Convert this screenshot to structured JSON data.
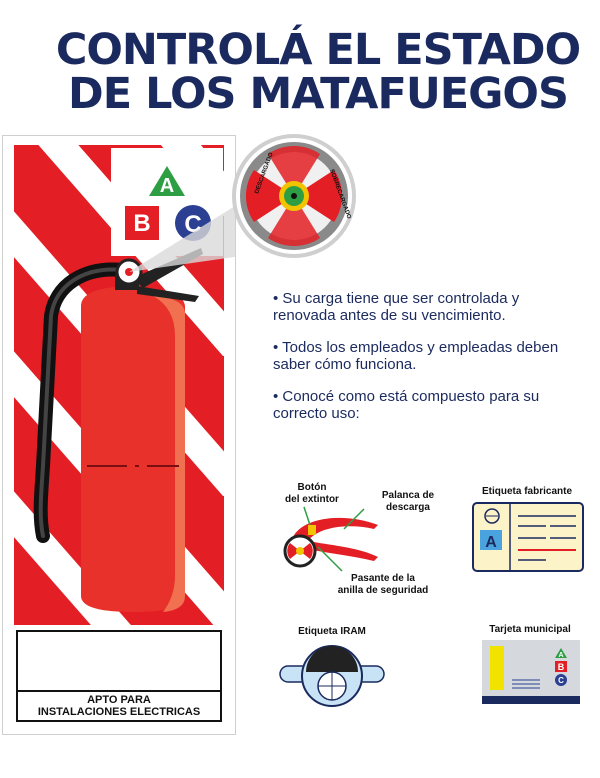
{
  "title": {
    "line1": "CONTROLÁ EL ESTADO",
    "line2": "DE LOS MATAFUEGOS"
  },
  "sign": {
    "classes": [
      "A",
      "B",
      "C"
    ],
    "gauge_left_text": "DESCARGADO",
    "gauge_right_text": "SOBRECARGADO",
    "caption_line1": "APTO PARA",
    "caption_line2": "INSTALACIONES ELECTRICAS"
  },
  "bullets": [
    "• Su carga tiene que ser controlada y renovada antes de su vencimiento.",
    "• Todos los empleados y empleadas deben saber cómo funciona.",
    "• Conocé como está compuesto para su correcto uso:"
  ],
  "parts": {
    "boton_line1": "Botón",
    "boton_line2": "del extintor",
    "palanca_line1": "Palanca de",
    "palanca_line2": "descarga",
    "pasante_line1": "Pasante de la",
    "pasante_line2": "anilla de seguridad",
    "etiqueta_fabricante": "Etiqueta fabricante",
    "fabricante_letter": "A",
    "etiqueta_iram": "Etiqueta IRAM",
    "tarjeta_municipal": "Tarjeta municipal"
  },
  "colors": {
    "title": "#1b2a5e",
    "red": "#e31e24",
    "green": "#2e9e44",
    "blue": "#2b3f93"
  }
}
